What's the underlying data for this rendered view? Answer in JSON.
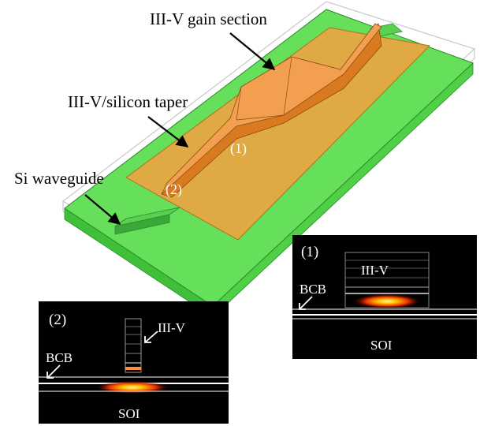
{
  "labels": {
    "gain_section": "III-V gain section",
    "taper": "III-V/silicon taper",
    "si_waveguide": "Si waveguide",
    "marker_1": "(1)",
    "marker_2": "(2)"
  },
  "inset_1": {
    "number": "(1)",
    "iii_v": "III-V",
    "bcb": "BCB",
    "soi": "SOI"
  },
  "inset_2": {
    "number": "(2)",
    "iii_v": "III-V",
    "bcb": "BCB",
    "soi": "SOI"
  },
  "colors": {
    "substrate": "#66e05a",
    "substrate_side": "#3fbf3a",
    "gain_region": "#f0a040",
    "mesa": "#e98a2c",
    "inset_bg": "#000000",
    "mode": "#ff6a00"
  }
}
